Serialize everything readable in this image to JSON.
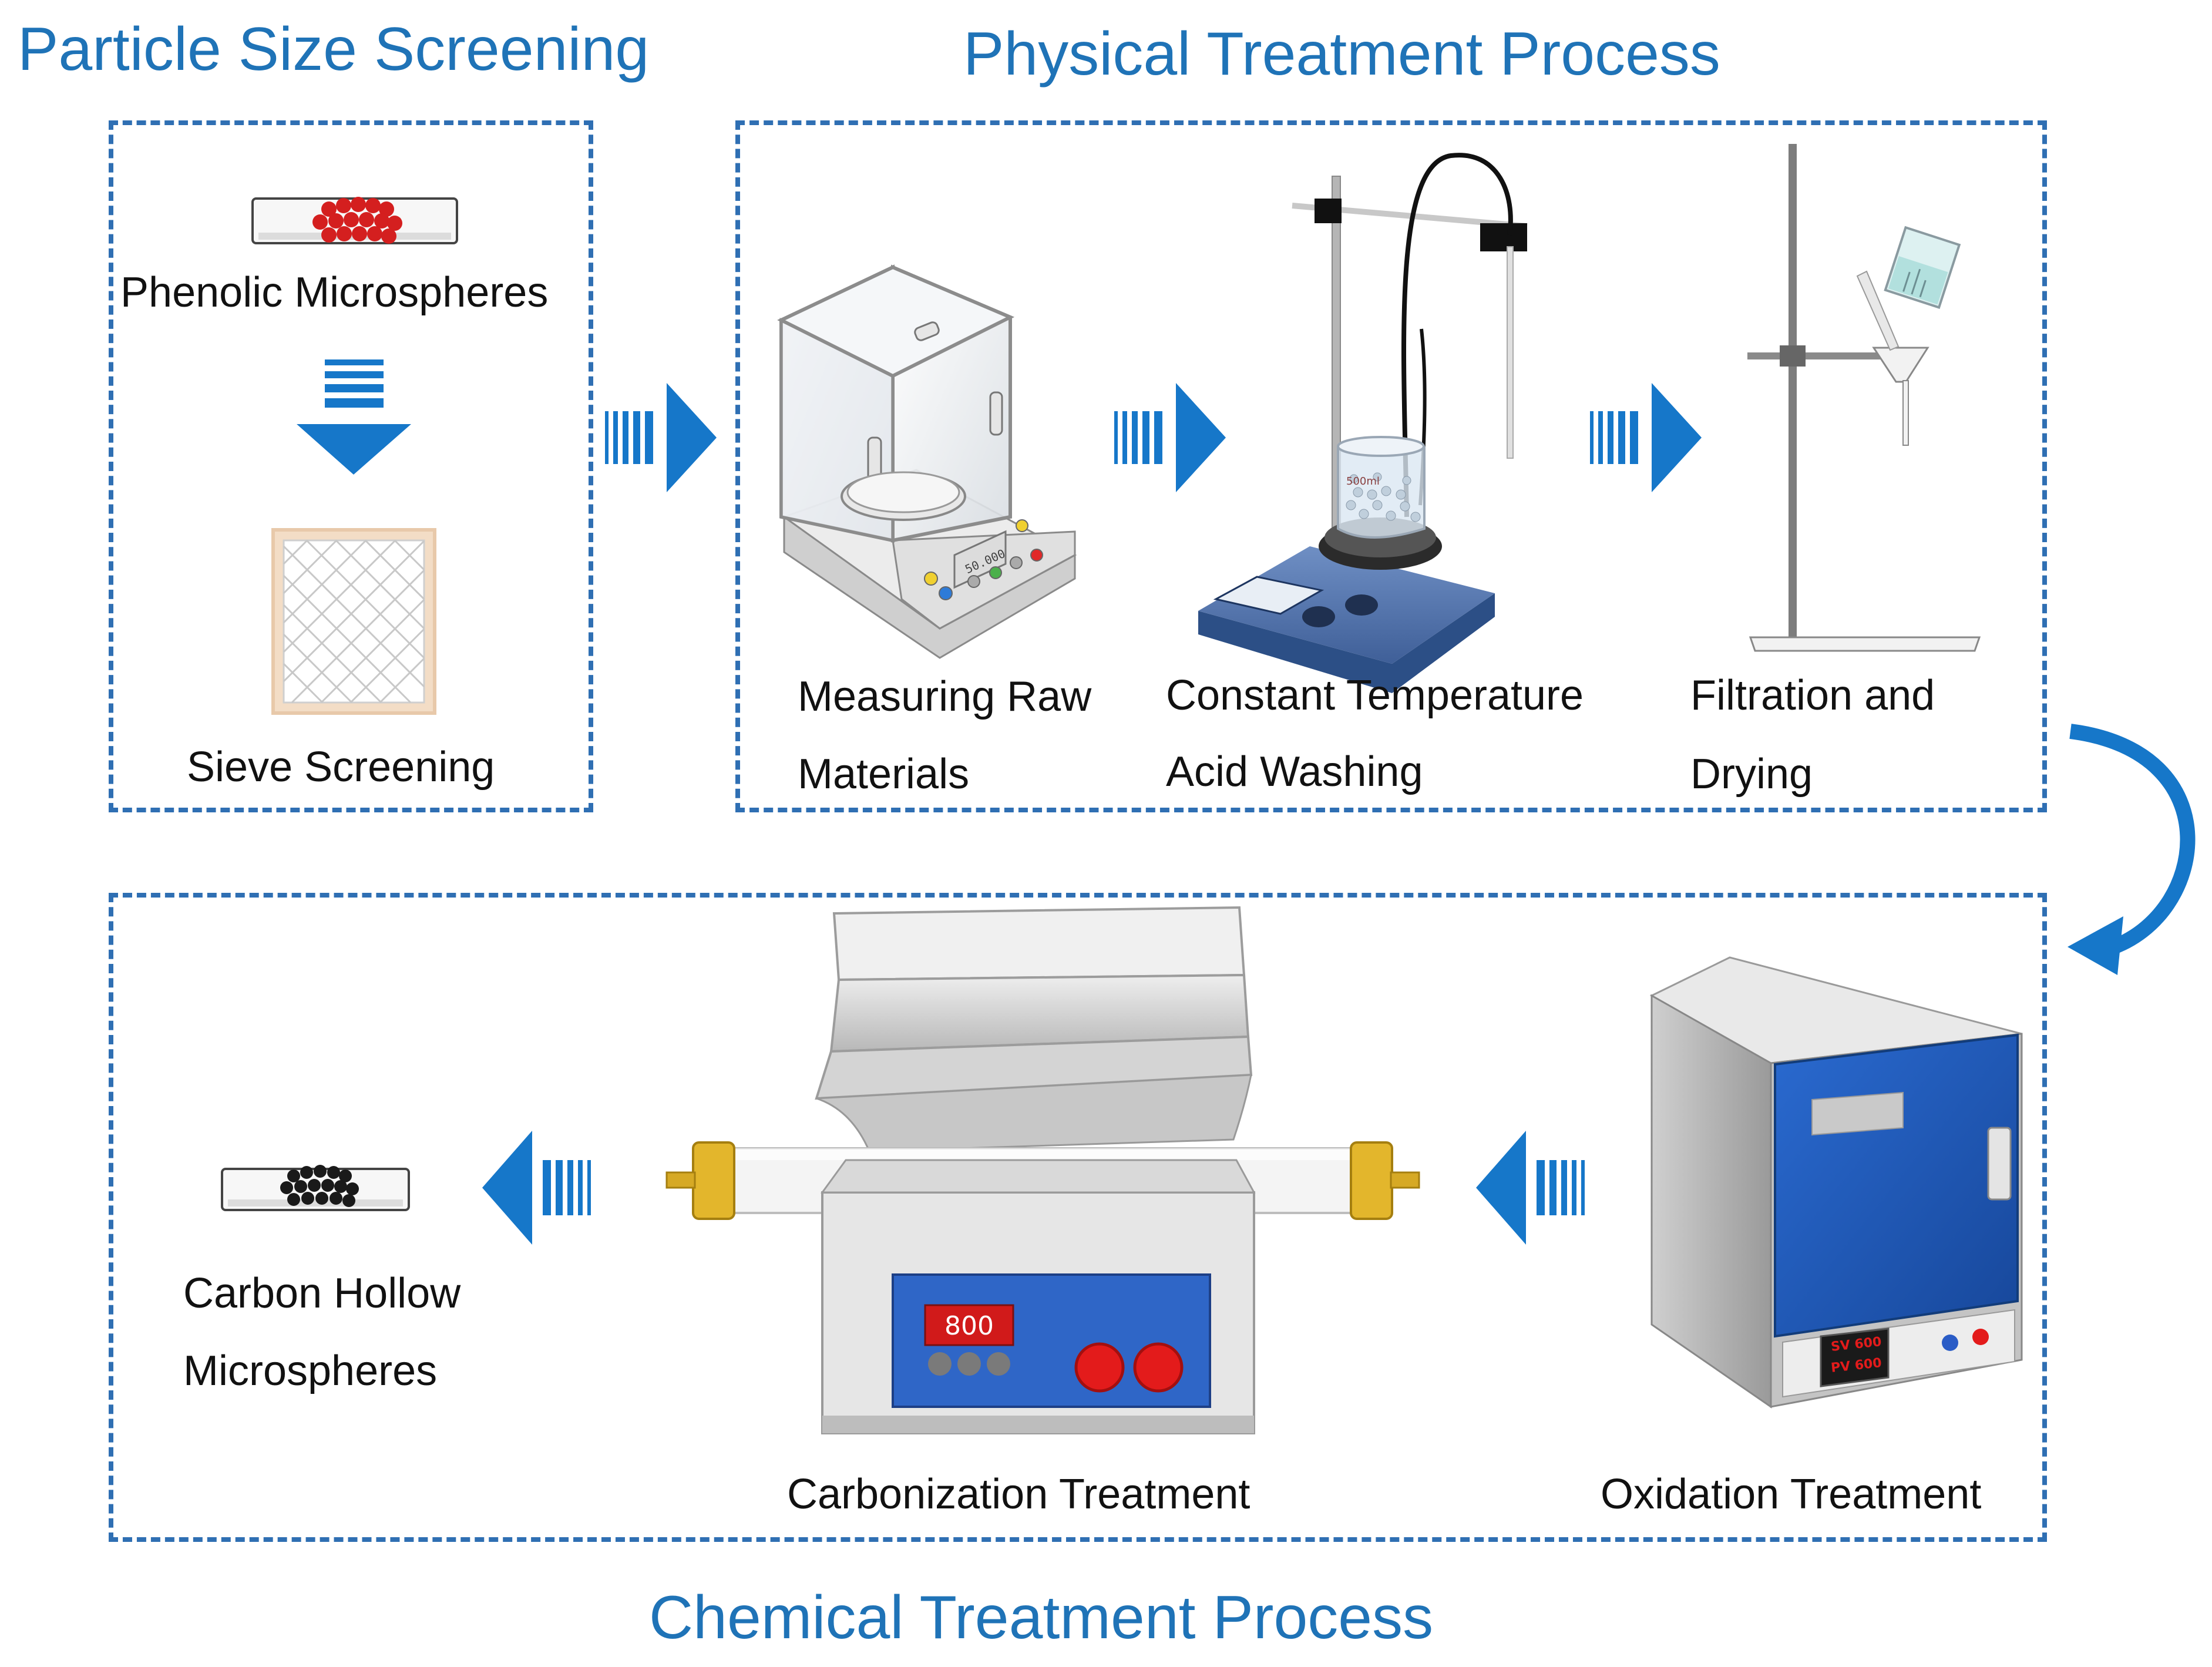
{
  "colors": {
    "title_blue": "#1f73b7",
    "frame_blue": "#2f6fb3",
    "arrow_blue": "#1677c9",
    "label_black": "#111111",
    "oven_blue": "#1f5bb0",
    "display_red": "#e31b1b",
    "panel_blue": "#2f66c7",
    "microsphere_red": "#d41f1f",
    "microsphere_black": "#1a1a1a"
  },
  "sections": {
    "particle_size": {
      "title": "Particle Size Screening",
      "labels": {
        "phenolic": "Phenolic Microspheres",
        "sieve": "Sieve Screening"
      }
    },
    "physical": {
      "title": "Physical Treatment Process",
      "steps": [
        {
          "line1": "Measuring Raw",
          "line2": "Materials",
          "icon": "analytical-balance-icon",
          "display": "50.000"
        },
        {
          "line1": "Constant Temperature",
          "line2": "Acid Washing",
          "icon": "magnetic-stirrer-icon",
          "beaker": "500ml"
        },
        {
          "line1": "Filtration and",
          "line2": "Drying",
          "icon": "filtration-stand-icon"
        }
      ]
    },
    "chemical": {
      "title": "Chemical Treatment Process",
      "steps": [
        {
          "label": "Oxidation Treatment",
          "icon": "muffle-furnace-icon",
          "sv": "SV 600",
          "pv": "PV 600"
        },
        {
          "label": "Carbonization Treatment",
          "icon": "tube-furnace-icon",
          "display": "800"
        },
        {
          "line1": "Carbon Hollow",
          "line2": "Microspheres",
          "icon": "black-microspheres-dish-icon"
        }
      ]
    }
  }
}
